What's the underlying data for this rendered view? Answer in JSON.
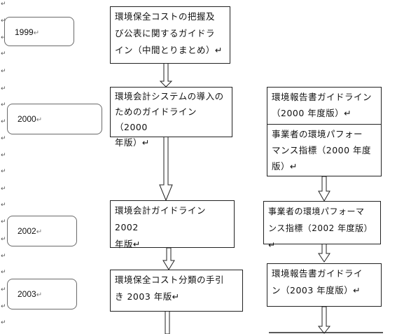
{
  "years": [
    "1999",
    "2000",
    "2002",
    "2003"
  ],
  "paragraph_mark": "↵",
  "left_column": [
    {
      "lines": [
        "環境保全コストの把握及",
        "び公表に関するガイドラ",
        "イン（中間とりまとめ）↵"
      ]
    },
    {
      "lines": [
        "環境会計システムの導入の",
        "ためのガイドライン（2000",
        "年版）↵"
      ]
    },
    {
      "lines": [
        "環境会計ガイドライン 2002",
        "年版↵"
      ]
    },
    {
      "lines": [
        "環境保全コスト分類の手引",
        "き 2003 年版↵"
      ]
    }
  ],
  "right_column": [
    {
      "top": [
        "環境報告書ガイドライン",
        "（2000 年度版）↵"
      ],
      "bottom": [
        "事業者の環境パフォー",
        "マンス指標（2000 年度",
        "版）↵"
      ]
    },
    {
      "lines": [
        "事業者の環境パフォーマ",
        "ンス指標（2002 年度版）↵"
      ]
    },
    {
      "lines": [
        "環境報告書ガイドライ",
        "ン（2003 年度版）↵"
      ]
    }
  ]
}
